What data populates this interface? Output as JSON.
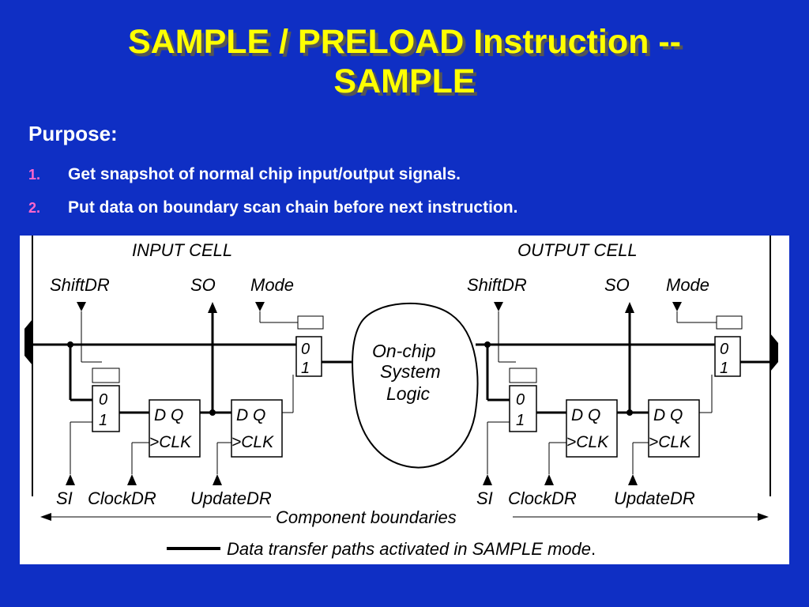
{
  "slide": {
    "title_line1": "SAMPLE / PRELOAD Instruction --",
    "title_line2": "SAMPLE",
    "purpose_label": "Purpose:",
    "items": [
      {
        "num": "1.",
        "text": "Get snapshot of normal chip input/output signals."
      },
      {
        "num": "2.",
        "text": "Put data on boundary scan chain before next instruction."
      }
    ]
  },
  "diagram": {
    "input_cell_label": "INPUT CELL",
    "output_cell_label": "OUTPUT CELL",
    "input": {
      "shiftdr": "ShiftDR",
      "so": "SO",
      "mode": "Mode",
      "si": "SI",
      "clockdr": "ClockDR",
      "updatedr": "UpdateDR"
    },
    "output": {
      "shiftdr": "ShiftDR",
      "so": "SO",
      "mode": "Mode",
      "si": "SI",
      "clockdr": "ClockDR",
      "updatedr": "UpdateDR"
    },
    "mux_0": "0",
    "mux_1": "1",
    "ff_dq": "D Q",
    "ff_clk": ">CLK",
    "logic_line1": "On-chip",
    "logic_line2": "System",
    "logic_line3": "Logic",
    "boundary_label": "Component boundaries",
    "legend_text": "Data transfer paths activated in SAMPLE mode",
    "legend_period": "."
  },
  "colors": {
    "background": "#0f2fc4",
    "title": "#ffff00",
    "text": "#ffffff",
    "list_number": "#ff66cc"
  }
}
